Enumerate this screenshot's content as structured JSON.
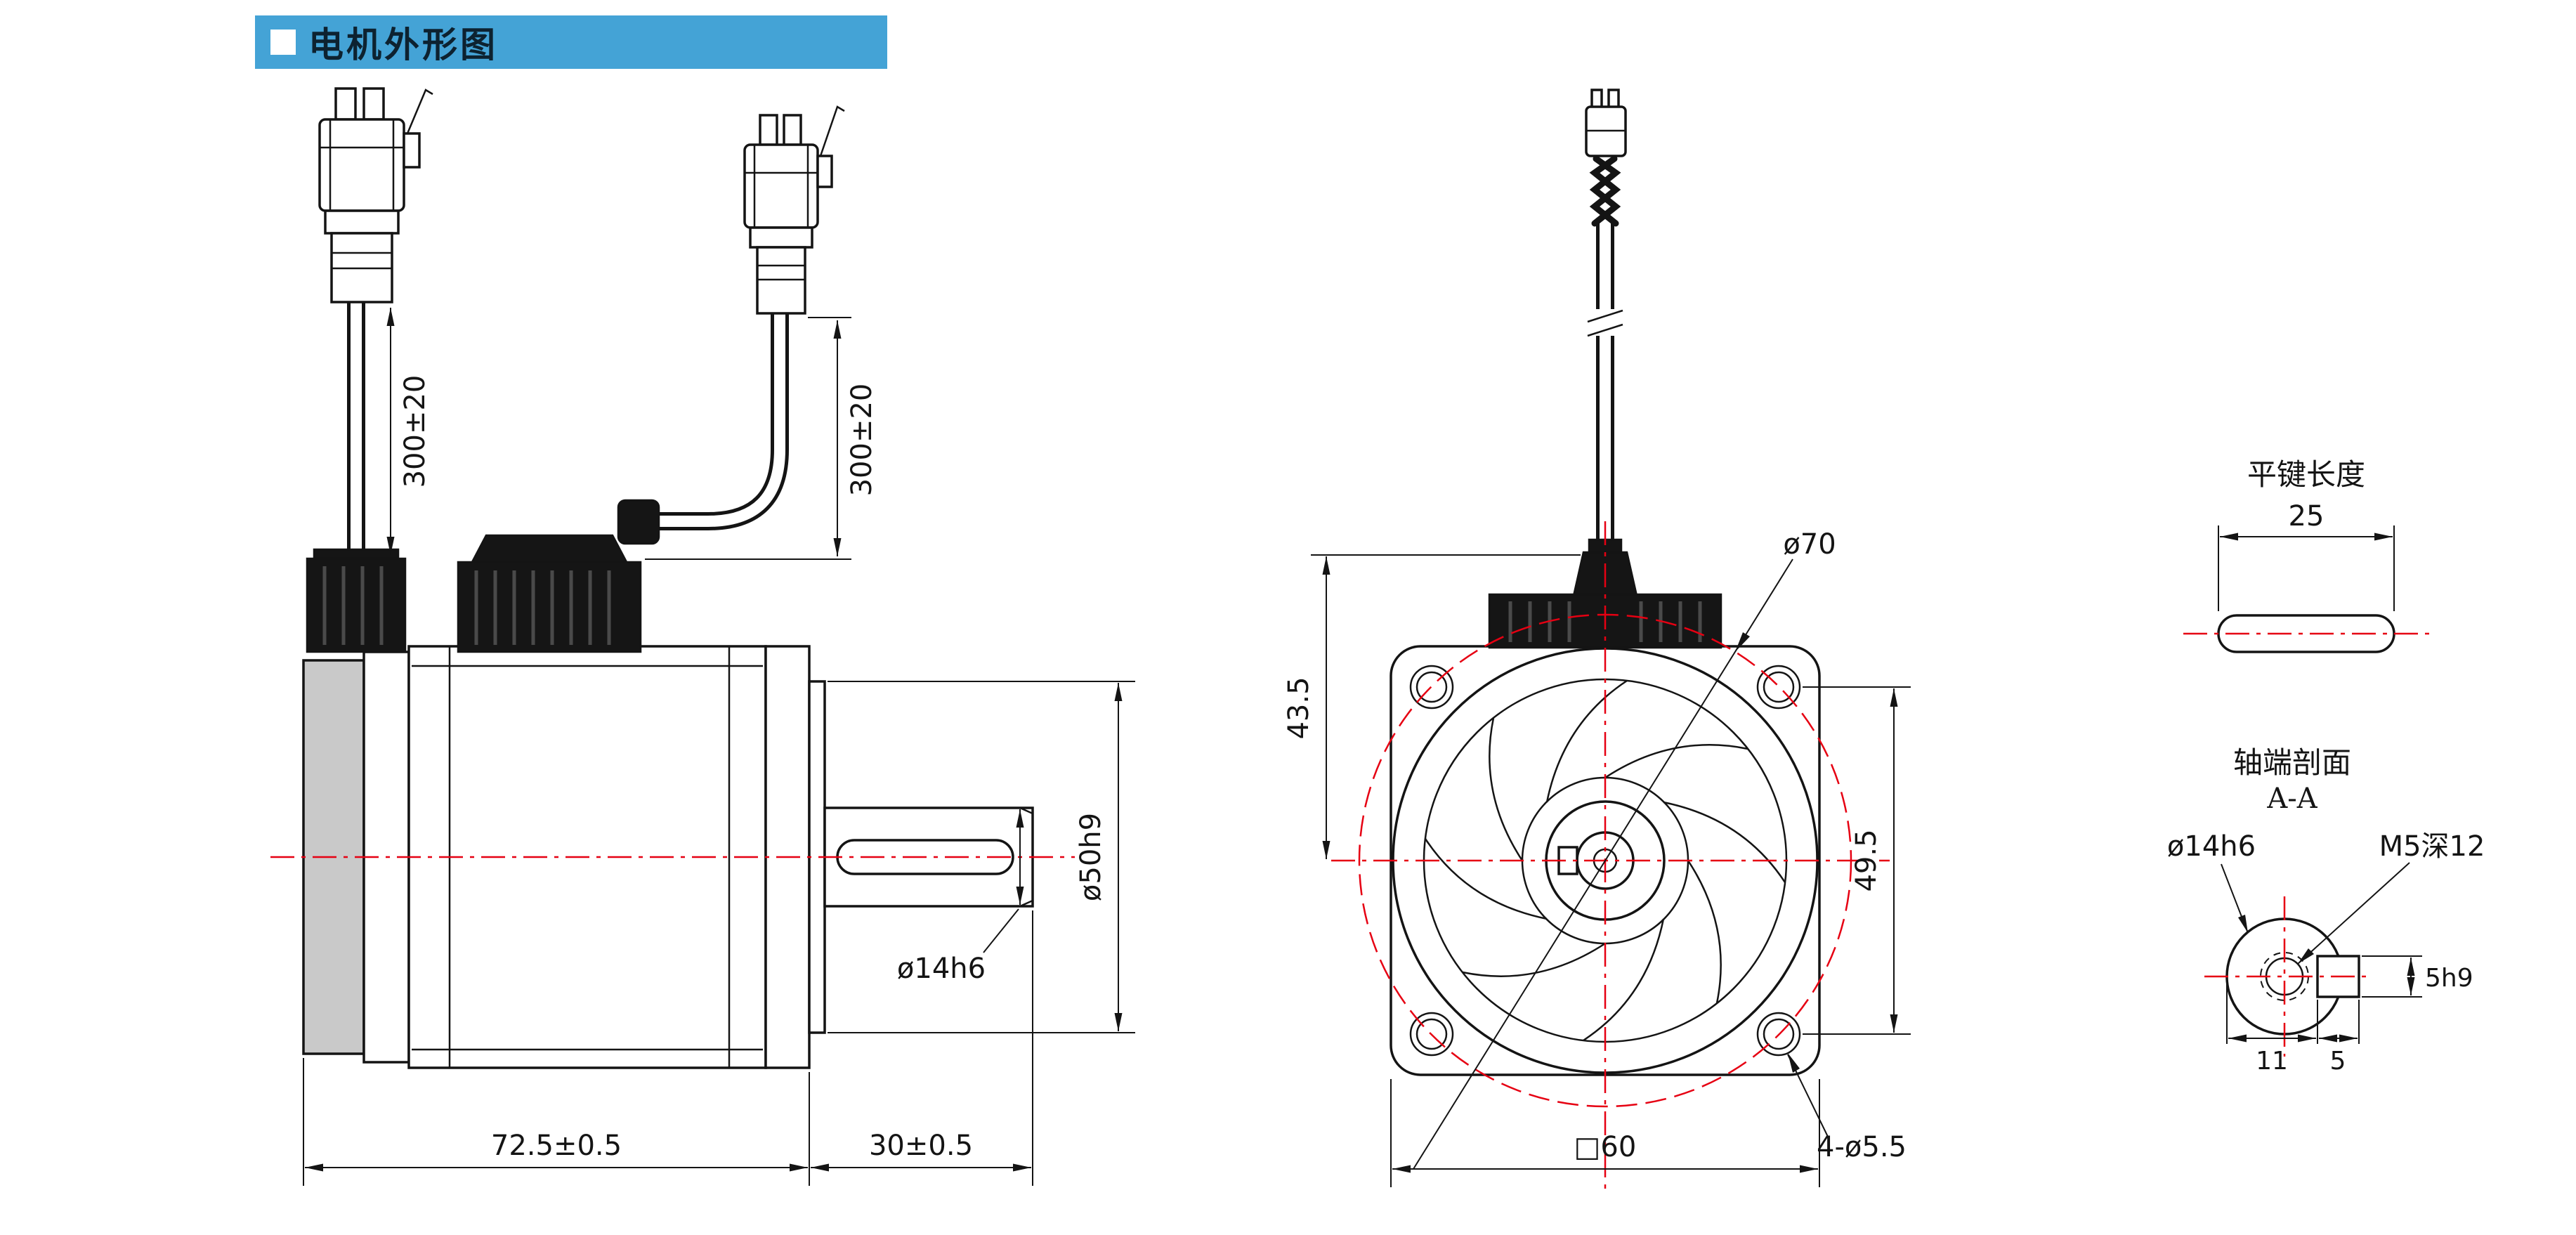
{
  "colors": {
    "accent": "#44a3d6",
    "ink": "#141414",
    "centerline": "#e60012",
    "panel_gray": "#c9c9c9"
  },
  "header": {
    "icon": "square-bullet",
    "title": "电机外形图"
  },
  "side_view": {
    "cable1_len": "300±20",
    "cable2_len": "300±20",
    "spigot_dia": "ø50h9",
    "shaft_dia": "ø14h6",
    "body_len": "72.5±0.5",
    "shaft_len": "30±0.5"
  },
  "front_view": {
    "bolt_circle_dia": "ø70",
    "center_to_top": "43.5",
    "hole_pitch": "49.5",
    "mount_holes": "4-ø5.5",
    "flange_size": "□60"
  },
  "key_detail": {
    "title": "平键长度",
    "length": "25"
  },
  "section_detail": {
    "title": "轴端剖面",
    "label": "A-A",
    "shaft_dia": "ø14h6",
    "tapped_hole": "M5深12",
    "key_width": "5h9",
    "depth_to_flat": "11",
    "key_depth": "5"
  }
}
